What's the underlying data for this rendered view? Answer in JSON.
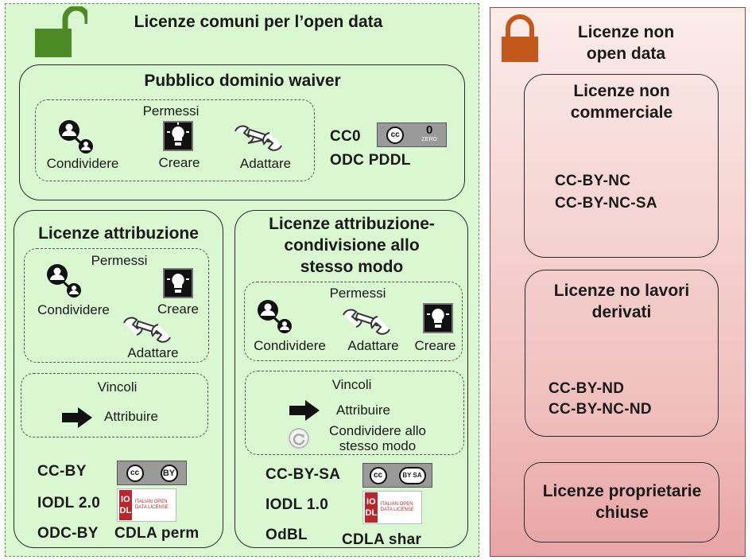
{
  "open": {
    "title": "Licenze comuni per l’open data",
    "public_domain": {
      "title": "Pubblico dominio waiver",
      "permessi_title": "Permessi",
      "permissions": [
        "Condividere",
        "Creare",
        "Adattare"
      ],
      "licenses": [
        "CC0",
        "ODC PDDL"
      ],
      "cc0_badge": "0",
      "cc0_badge_sub": "ZERO"
    },
    "attribution": {
      "title": "Licenze attribuzione",
      "permessi_title": "Permessi",
      "permissions": [
        "Condividere",
        "Creare",
        "Adattare"
      ],
      "vincoli_title": "Vincoli",
      "constraints": [
        "Attribuire"
      ],
      "licenses": [
        "CC-BY",
        "IODL 2.0",
        "ODC-BY",
        "CDLA perm"
      ]
    },
    "share_alike": {
      "title_lines": [
        "Licenze attribuzione-",
        "condivisione allo",
        "stesso modo"
      ],
      "permessi_title": "Permessi",
      "permissions": [
        "Condividere",
        "Adattare",
        "Creare"
      ],
      "vincoli_title": "Vincoli",
      "constraints": [
        "Attribuire",
        "Condividere allo",
        "stesso modo"
      ],
      "licenses": [
        "CC-BY-SA",
        "IODL 1.0",
        "OdBL",
        "CDLA shar"
      ]
    },
    "badges": {
      "cc": "cc",
      "by": "BY",
      "bysa": "BY  SA",
      "iodl_top": "IO",
      "iodl_bottom": "DL",
      "iodl_text": "ITALIAN OPEN DATA LICENSE"
    }
  },
  "closed": {
    "title_lines": [
      "Licenze non",
      "open data"
    ],
    "non_commercial": {
      "title_lines": [
        "Licenze non",
        "commerciale"
      ],
      "licenses": [
        "CC-BY-NC",
        "CC-BY-NC-SA"
      ]
    },
    "no_derivatives": {
      "title_lines": [
        "Licenze no lavori",
        "derivati"
      ],
      "licenses": [
        "CC-BY-ND",
        "CC-BY-NC-ND"
      ]
    },
    "proprietary": {
      "title_lines": [
        "Licenze proprietarie",
        "chiuse"
      ]
    }
  },
  "colors": {
    "open_bg": "#d9f7d0",
    "open_lock": "#4c8a26",
    "closed_lock": "#c2581b",
    "iodl_red": "#b8272b"
  },
  "icons": [
    "open-lock-icon",
    "closed-lock-icon",
    "share-people-icon",
    "lightbulb-icon",
    "wrench-icon",
    "arrow-right-icon",
    "share-alike-icon"
  ]
}
